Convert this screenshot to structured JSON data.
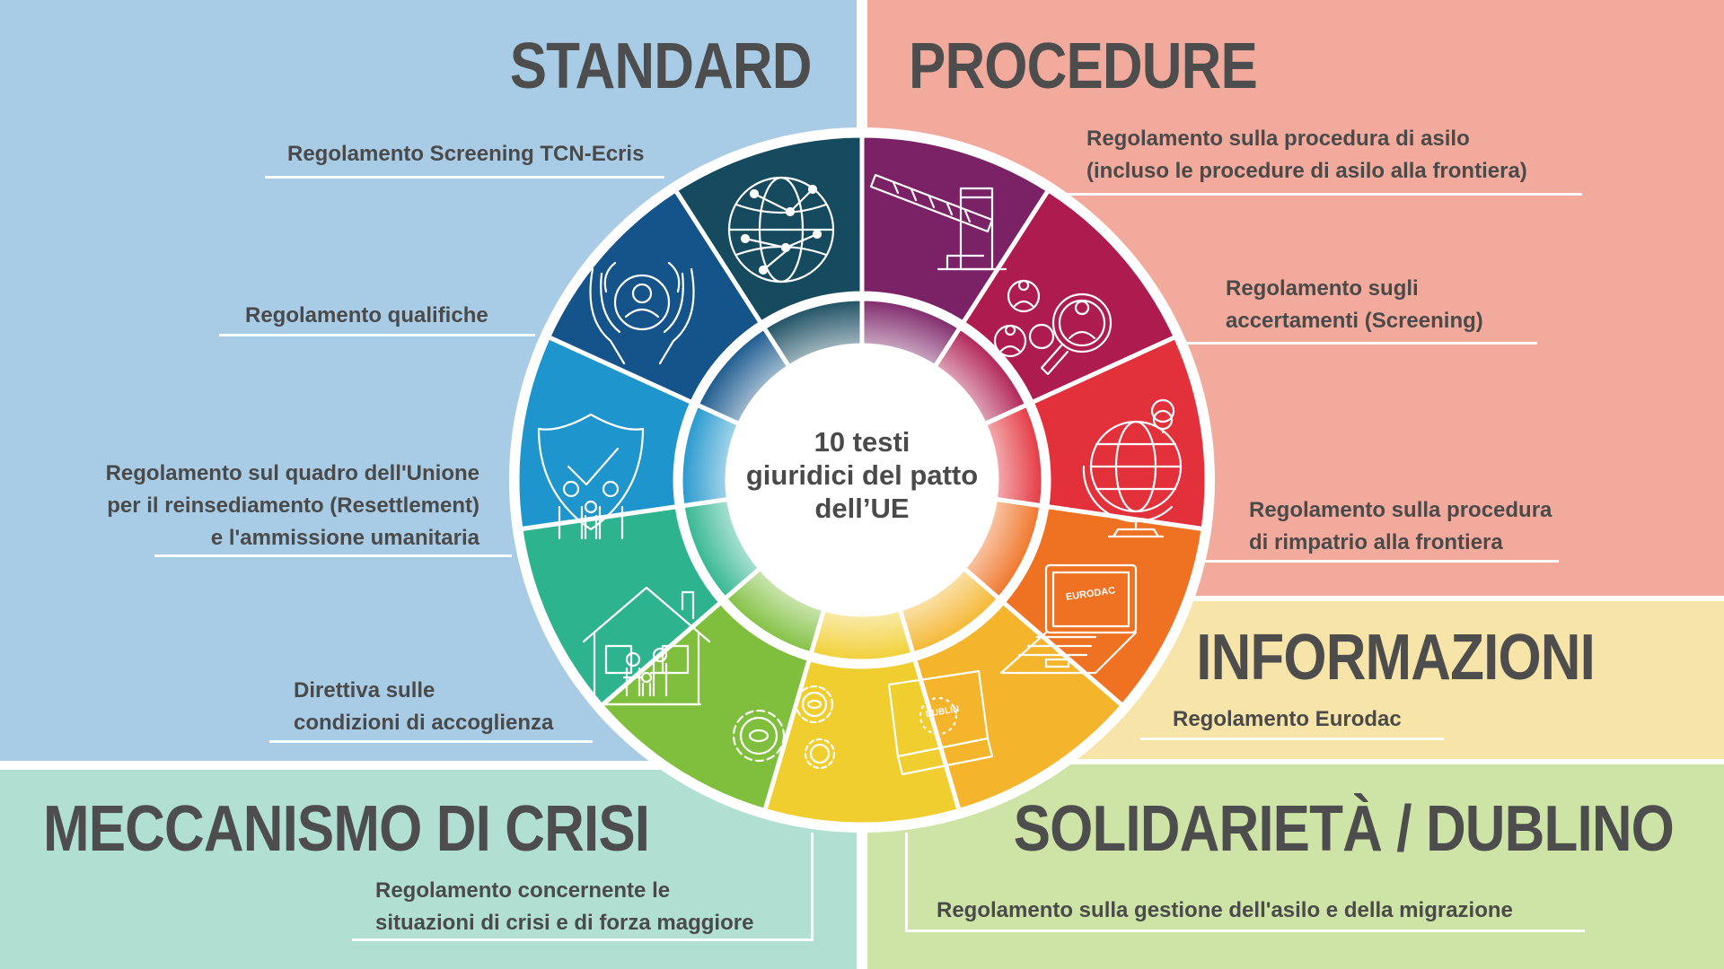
{
  "headings": {
    "standard": "STANDARD",
    "procedure": "PROCEDURE",
    "informazioni": "INFORMAZIONI",
    "crisi": "MECCANISMO DI CRISI",
    "solidarieta": "SOLIDARIETÀ / DUBLINO"
  },
  "labels": {
    "screening_tcn": [
      "Regolamento Screening TCN-Ecris"
    ],
    "qualifiche": [
      "Regolamento qualifiche"
    ],
    "reinsediamento": [
      "Regolamento sul quadro dell'Unione",
      "per il reinsediamento (Resettlement)",
      "e l'ammissione umanitaria"
    ],
    "accoglienza": [
      "Direttiva sulle",
      "condizioni di accoglienza"
    ],
    "crisi": [
      "Regolamento concernente le",
      "situazioni di crisi e di forza maggiore"
    ],
    "procedura_asilo": [
      "Regolamento sulla procedura di asilo",
      "(incluso le procedure di asilo alla frontiera)"
    ],
    "accertamenti": [
      "Regolamento sugli",
      "accertamenti (Screening)"
    ],
    "rimpatrio": [
      "Regolamento sulla procedura",
      "di rimpatrio alla frontiera"
    ],
    "eurodac": [
      "Regolamento Eurodac"
    ],
    "gestione": [
      "Regolamento sulla gestione dell'asilo e della migrazione"
    ]
  },
  "center": [
    "10 testi",
    "giuridici del patto",
    "dell’UE"
  ],
  "icon_text": {
    "laptop": "EURODAC",
    "book": "DUBLIN"
  },
  "colors": {
    "standard_bg": "#a9cce6",
    "procedure_bg": "#f2aa9c",
    "informazioni_bg": "#f7e4a8",
    "crisi_bg": "#b1dfd2",
    "solidarieta_bg": "#cde4a6",
    "segments": [
      "#7b2266",
      "#ae1c4f",
      "#e3313b",
      "#ef7122",
      "#f4b52c",
      "#f1ce2f",
      "#7fbf3d",
      "#2db48e",
      "#1e95cc",
      "#14548a",
      "#164a5e"
    ]
  },
  "segment_icons": [
    "globe-network-icon",
    "barrier-icon",
    "person-search-icon",
    "globe-pin-icon",
    "laptop-eurodac-icon",
    "book-dublin-icon",
    "gears-icon",
    "house-family-icon",
    "shield-family-icon",
    "hands-person-icon"
  ]
}
